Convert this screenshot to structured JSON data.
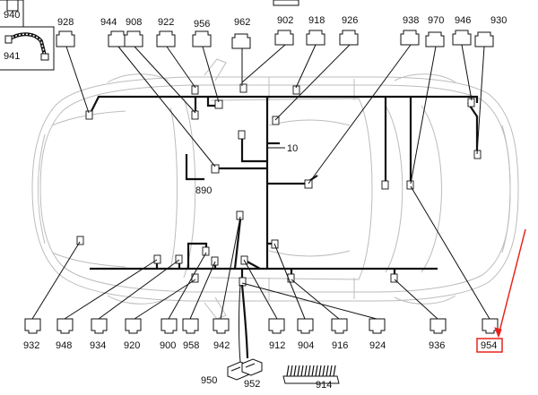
{
  "diagram": {
    "labels": {
      "l940": "940",
      "l941": "941",
      "l928": "928",
      "l944": "944",
      "l908": "908",
      "l922": "922",
      "l956": "956",
      "l962": "962",
      "l902": "902",
      "l918": "918",
      "l926": "926",
      "l938": "938",
      "l970": "970",
      "l946": "946",
      "l930": "930",
      "l10": "10",
      "l890": "890",
      "l932": "932",
      "l948": "948",
      "l934": "934",
      "l920": "920",
      "l900": "900",
      "l958": "958",
      "l942": "942",
      "l912": "912",
      "l904": "904",
      "l916": "916",
      "l924": "924",
      "l936": "936",
      "l954": "954",
      "l950": "950",
      "l952": "952",
      "l914": "914"
    },
    "highlight_color": "#e8231c"
  }
}
